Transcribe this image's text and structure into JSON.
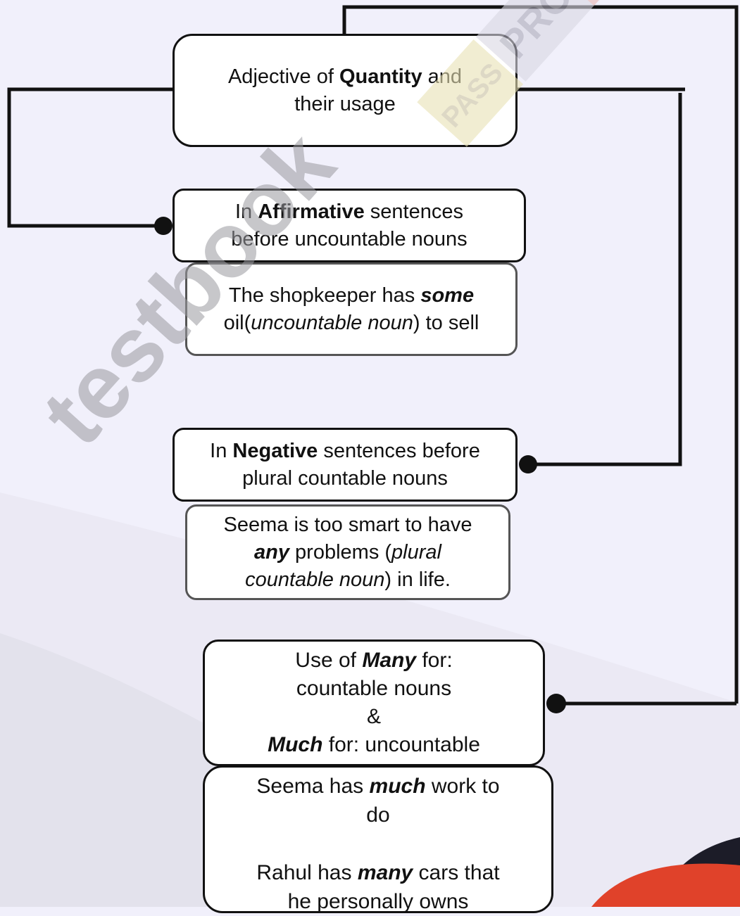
{
  "diagram": {
    "root": {
      "lines": [
        [
          {
            "t": "Adjective of "
          },
          {
            "t": "Quantity",
            "b": true
          },
          {
            "t": " and"
          }
        ],
        [
          {
            "t": "their usage"
          }
        ]
      ]
    },
    "nodes": [
      {
        "id": "affirmative",
        "rule": [
          [
            {
              "t": "In "
            },
            {
              "t": "Affirmative",
              "b": true
            },
            {
              "t": " sentences"
            }
          ],
          [
            {
              "t": "before uncountable nouns"
            }
          ]
        ],
        "example": [
          [
            {
              "t": "The shopkeeper has "
            },
            {
              "t": "some",
              "b": true,
              "i": true
            }
          ],
          [
            {
              "t": "oil("
            },
            {
              "t": "uncountable noun",
              "i": true
            },
            {
              "t": ") to sell"
            }
          ]
        ]
      },
      {
        "id": "negative",
        "rule": [
          [
            {
              "t": "In "
            },
            {
              "t": "Negative",
              "b": true
            },
            {
              "t": " sentences before"
            }
          ],
          [
            {
              "t": "plural countable nouns"
            }
          ]
        ],
        "example": [
          [
            {
              "t": "Seema is too smart to have"
            }
          ],
          [
            {
              "t": "any",
              "b": true,
              "i": true
            },
            {
              "t": " problems ("
            },
            {
              "t": "plural",
              "i": true
            }
          ],
          [
            {
              "t": "countable noun",
              "i": true
            },
            {
              "t": ") in life."
            }
          ]
        ]
      },
      {
        "id": "many-much",
        "rule": [
          [
            {
              "t": "Use of "
            },
            {
              "t": "Many",
              "b": true,
              "i": true
            },
            {
              "t": " for:"
            }
          ],
          [
            {
              "t": "countable nouns"
            }
          ],
          [
            {
              "t": "&"
            }
          ],
          [
            {
              "t": "Much",
              "b": true,
              "i": true
            },
            {
              "t": " for: uncountable"
            }
          ]
        ],
        "example": [
          [
            {
              "t": "Seema has "
            },
            {
              "t": "much",
              "b": true,
              "i": true
            },
            {
              "t": " work to"
            }
          ],
          [
            {
              "t": "do"
            }
          ],
          [
            {
              "t": " "
            }
          ],
          [
            {
              "t": "Rahul has "
            },
            {
              "t": "many",
              "b": true,
              "i": true
            },
            {
              "t": " cars that"
            }
          ],
          [
            {
              "t": "he personally owns"
            }
          ]
        ]
      }
    ]
  },
  "watermark": {
    "brand": "testbook",
    "badge_text": "PASS",
    "badge_text_2": "PRO"
  },
  "colors": {
    "background": "#f1f0fb",
    "border": "#111111",
    "example_border": "#555555",
    "accent_red": "#e0422a",
    "accent_dark": "#1c1c28"
  }
}
